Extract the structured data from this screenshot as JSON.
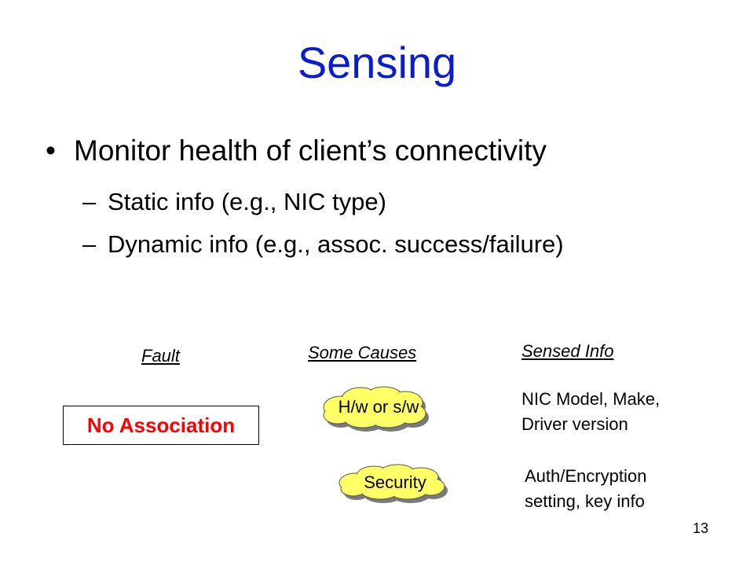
{
  "slide": {
    "title": "Sensing",
    "bullet": "Monitor health of client’s connectivity",
    "sub_items": [
      "Static info (e.g., NIC type)",
      "Dynamic info (e.g., assoc. success/failure)"
    ],
    "bullet_glyph": "•",
    "dash_glyph": "–",
    "page_number": "13"
  },
  "diagram": {
    "headers": {
      "fault": "Fault",
      "causes": "Some Causes",
      "sensed": "Sensed Info"
    },
    "fault_label": "No Association",
    "causes": [
      "H/w or s/w",
      "Security"
    ],
    "sensed_info": [
      [
        "NIC Model, Make,",
        "Driver version"
      ],
      [
        "Auth/Encryption",
        "setting, key info"
      ]
    ],
    "colors": {
      "title": "#0a1cd2",
      "fault_text": "#ff0000",
      "cloud_fill": "#ffff66",
      "cloud_shadow": "#7a7a7a"
    }
  }
}
